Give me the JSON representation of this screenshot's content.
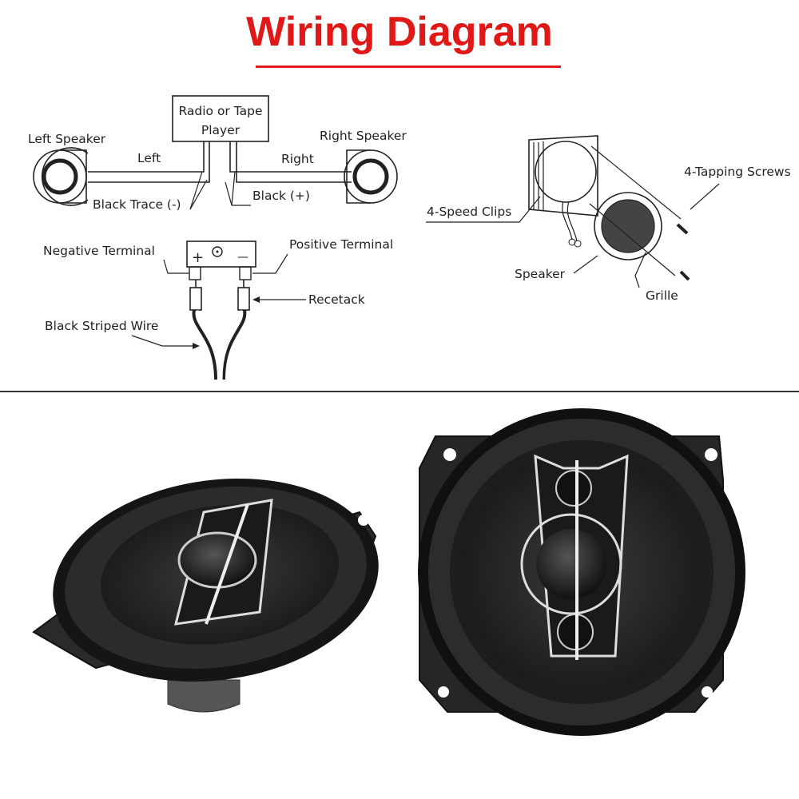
{
  "title": "Wiring Diagram",
  "colors": {
    "title": "#e01818",
    "line": "#222222",
    "photo_bg": "#ffffff"
  },
  "left_diagram": {
    "head_unit": "Radio or Tape Player",
    "head_unit_line1": "Radio or Tape",
    "head_unit_line2": "Player",
    "left_speaker": "Left Speaker",
    "right_speaker": "Right Speaker",
    "left": "Left",
    "right": "Right",
    "black_trace": "Black  Trace (-)",
    "black_plus": "Black  (+)",
    "negative_terminal": "Negative  Terminal",
    "positive_terminal": "Positive  Terminal",
    "recetack": "Recetack",
    "black_striped_wire": "Black  Striped  Wire",
    "plus_sign": "+",
    "minus_sign": "—"
  },
  "right_diagram": {
    "tapping_screws": "4-Tapping Screws",
    "speed_clips": "4-Speed  Clips",
    "speaker": "Speaker",
    "grille": "Grille"
  },
  "photo": {
    "subject": "two 4-way coaxial car speakers",
    "icons": [
      "speaker-left",
      "speaker-right"
    ]
  }
}
